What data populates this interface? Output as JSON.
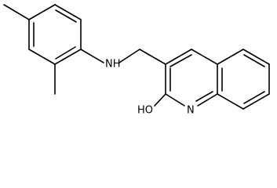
{
  "structure": {
    "atom_labels": {
      "amine_nh": "NH",
      "hydroxyl": "HO",
      "ring_nitrogen": "N"
    },
    "colors": {
      "bond": "#000000",
      "text": "#000000",
      "background": "#ffffff"
    }
  }
}
